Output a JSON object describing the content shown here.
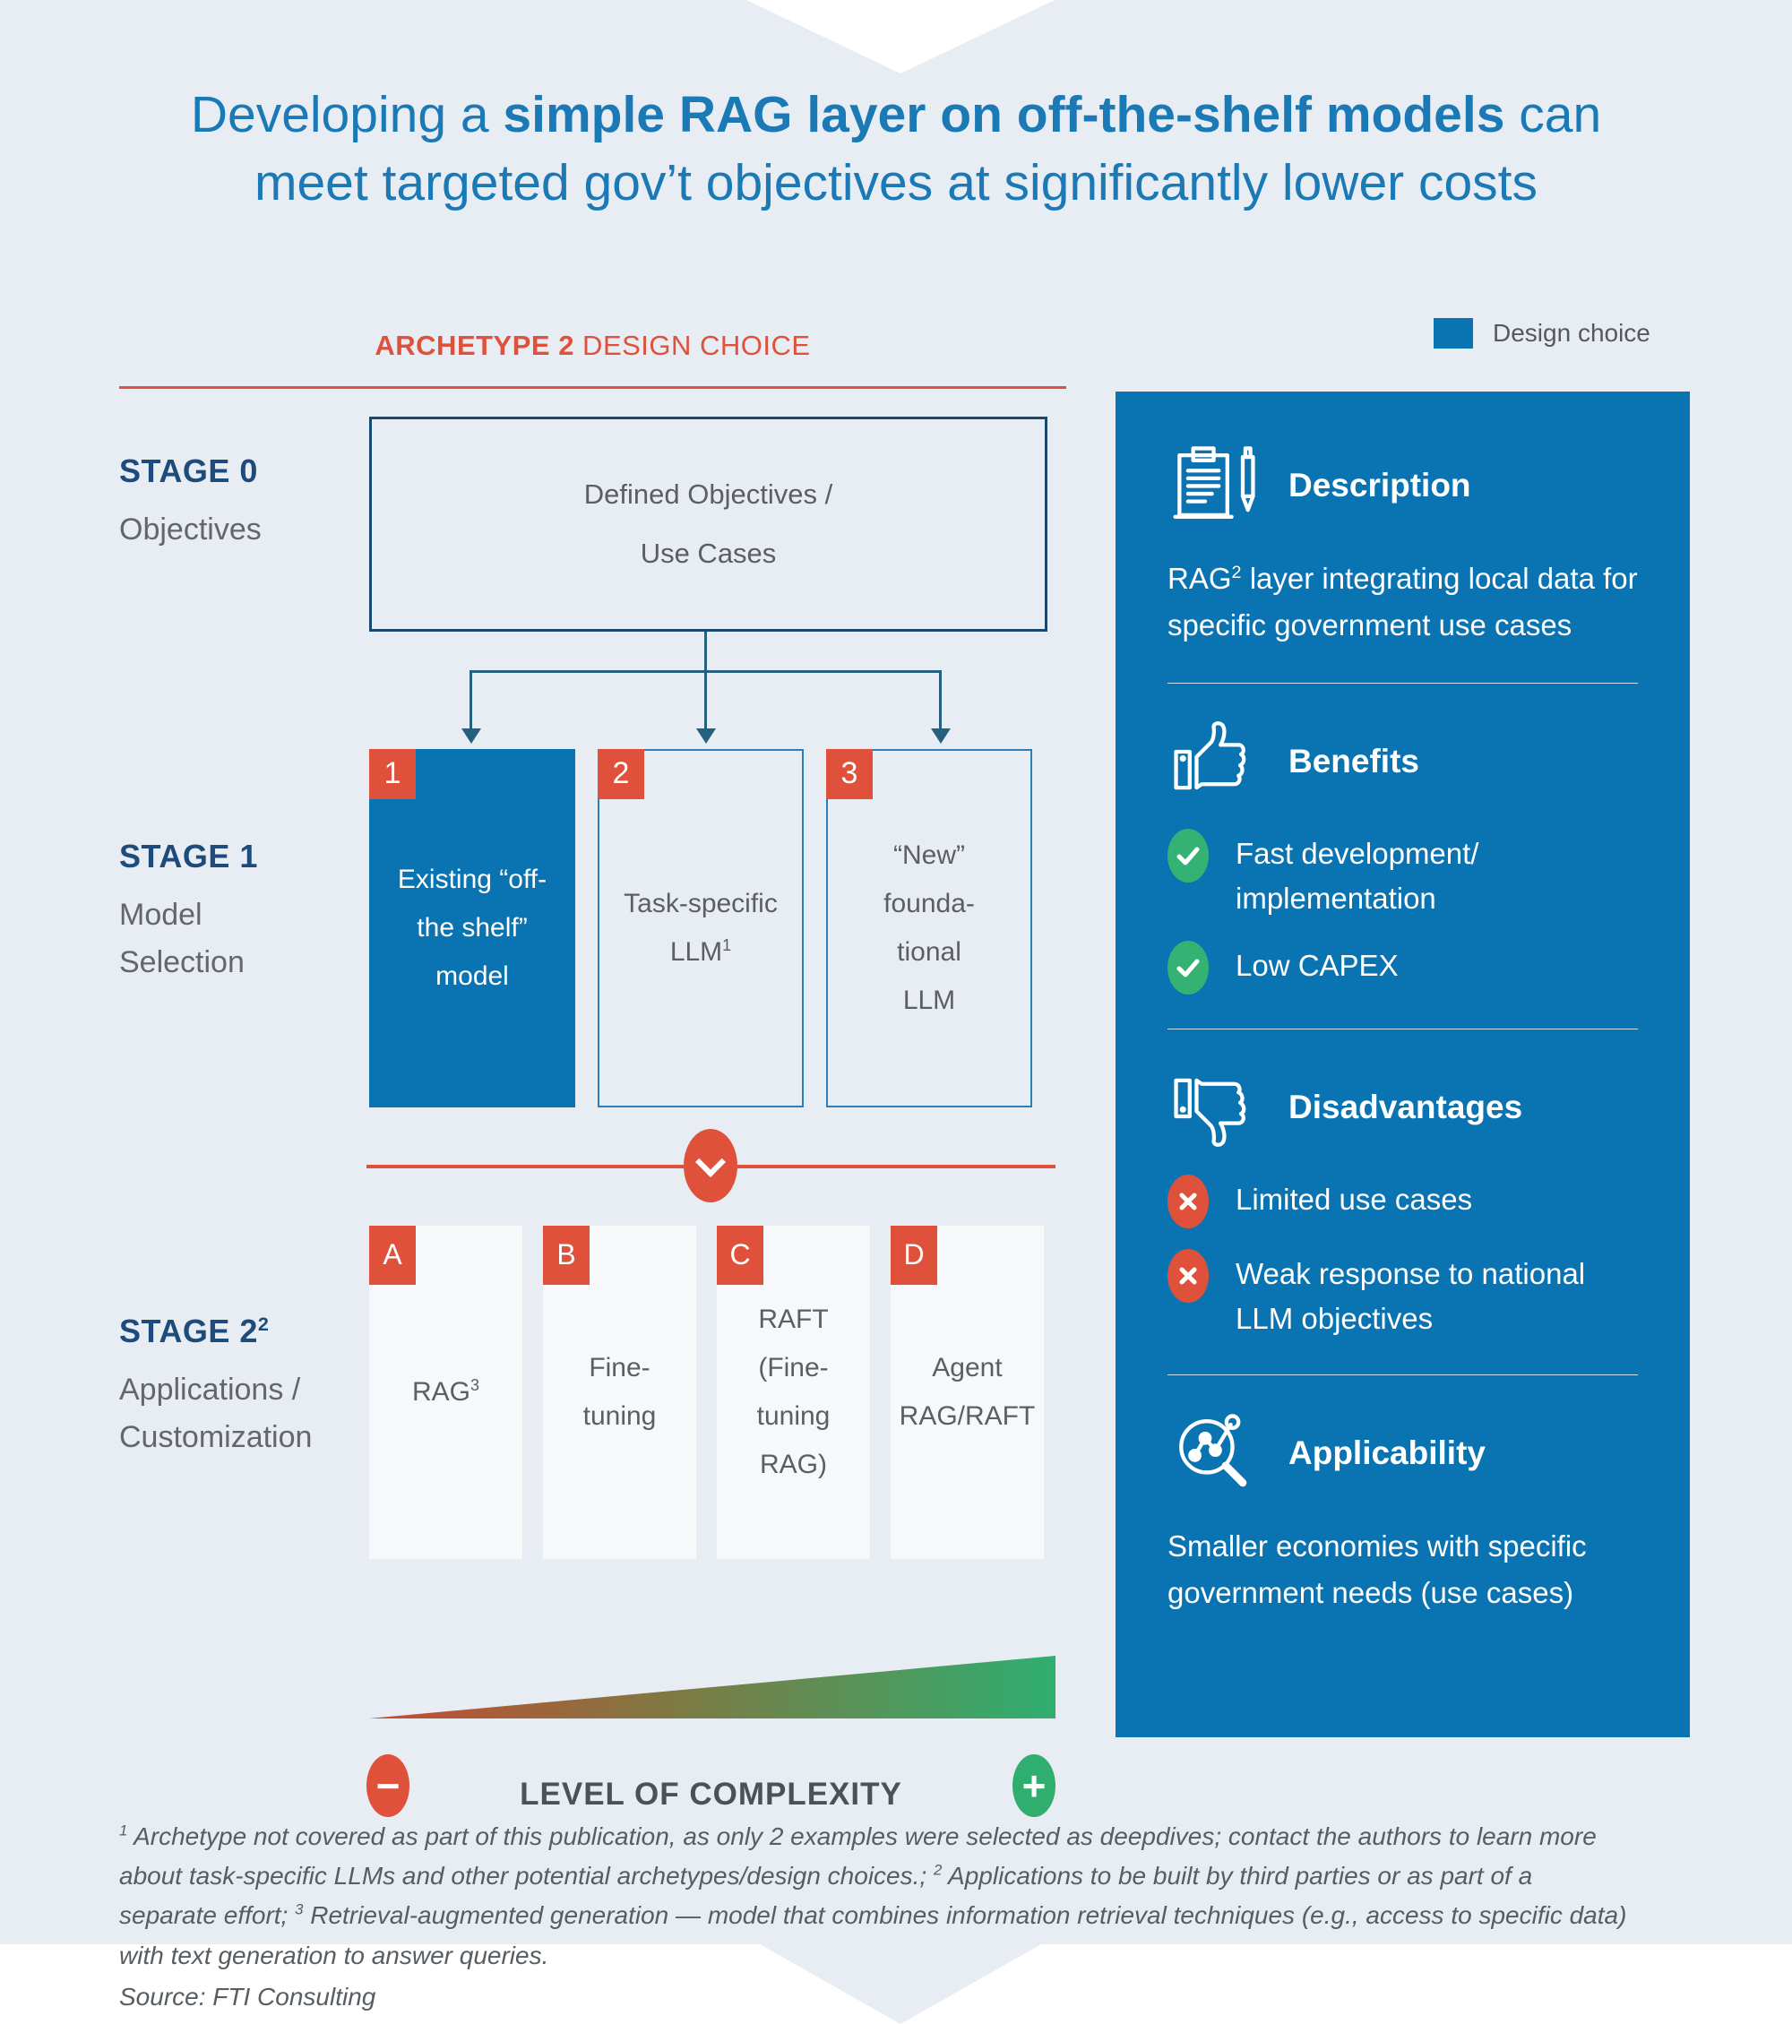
{
  "title": {
    "pre": "Developing a ",
    "bold": "simple RAG layer on off-the-shelf models",
    "post": " can",
    "line2": "meet targeted gov’t objectives at significantly lower costs"
  },
  "archetype_heading": {
    "bold": "ARCHETYPE 2",
    "rest": " DESIGN CHOICE"
  },
  "legend": {
    "label": "Design choice"
  },
  "stage0": {
    "label": "STAGE 0",
    "sublabel": "Objectives",
    "box": {
      "line1": "Defined Objectives /",
      "line2": "Use Cases"
    }
  },
  "stage1": {
    "label": "STAGE 1",
    "sublabel1": "Model",
    "sublabel2": "Selection",
    "boxes": [
      {
        "tag": "1",
        "line1": "Existing “off-",
        "line2": "the shelf”",
        "line3": "model",
        "selected": true
      },
      {
        "tag": "2",
        "line1": "Task-specific",
        "line2_base": "LLM",
        "line2_sup": "1",
        "selected": false
      },
      {
        "tag": "3",
        "line1": "“New”",
        "line2": "founda-",
        "line3": "tional",
        "line4": "LLM",
        "selected": false
      }
    ]
  },
  "stage2": {
    "label_base": "STAGE 2",
    "label_sup": "2",
    "sublabel1": "Applications /",
    "sublabel2": "Customization",
    "boxes": [
      {
        "tag": "A",
        "line1_base": "RAG",
        "line1_sup": "3"
      },
      {
        "tag": "B",
        "line1": "Fine-",
        "line2": "tuning"
      },
      {
        "tag": "C",
        "line1": "RAFT",
        "line2": "(Fine-",
        "line3": "tuning",
        "line4": "RAG)"
      },
      {
        "tag": "D",
        "line1": "Agent",
        "line2": "RAG/RAFT"
      }
    ]
  },
  "complexity": {
    "label": "LEVEL OF COMPLEXITY",
    "minus": "−",
    "plus": "+"
  },
  "panel": {
    "description": {
      "title": "Description",
      "text_base": "RAG",
      "text_sup": "2",
      "text_rest": " layer integrating local data for specific government use cases"
    },
    "benefits": {
      "title": "Benefits",
      "items": [
        "Fast development/ implementation",
        "Low CAPEX"
      ]
    },
    "disadvantages": {
      "title": "Disadvantages",
      "items": [
        "Limited use cases",
        "Weak response to national LLM objectives"
      ]
    },
    "applicability": {
      "title": "Applicability",
      "text": "Smaller economies with specific government needs (use cases)"
    }
  },
  "footnotes": {
    "f1_sup": "1",
    "f1": " Archetype not covered as part of this publication, as only 2 examples were selected as deepdives; contact the authors to learn more about task-specific LLMs and other potential archetypes/design choices.; ",
    "f2_sup": "2",
    "f2": " Applications to be built by third parties or as part of a separate effort; ",
    "f3_sup": "3",
    "f3": " Retrieval-augmented generation — model that combines information retrieval techniques (e.g., access to specific data) with text generation to answer queries.",
    "source": "Source: FTI Consulting"
  },
  "icons": {
    "description": "clipboard-pen-icon",
    "benefits": "thumbs-up-icon",
    "disadvantages": "thumbs-down-icon",
    "applicability": "magnifier-network-icon",
    "benefit_bullet": "check-icon",
    "disadvantage_bullet": "x-icon",
    "complexity_low": "minus-icon",
    "complexity_high": "plus-icon",
    "flow_connector": "arrow-down-icon",
    "divider_marker": "chevron-down-icon"
  },
  "colors": {
    "background": "#e8edf4",
    "brand_blue": "#0a73b2",
    "accent_red": "#e0513c",
    "navy": "#1c4b7c",
    "green": "#33b273",
    "title_blue": "#1b79b6",
    "gray_text": "#5b5f63"
  }
}
